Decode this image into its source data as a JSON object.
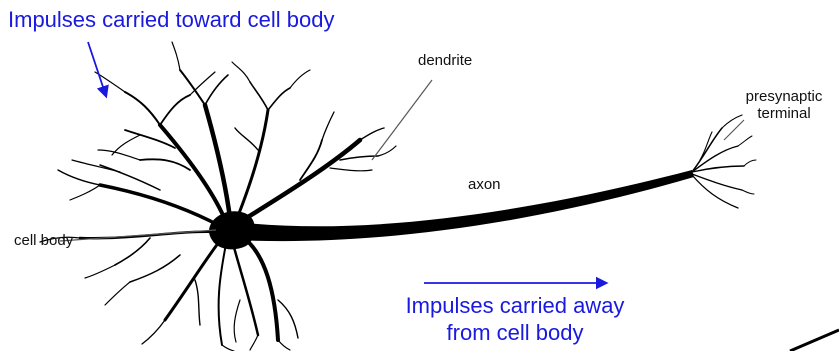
{
  "labels": {
    "impulses_toward": "Impulses carried toward cell body",
    "dendrite": "dendrite",
    "presynaptic_line1": "presynaptic",
    "presynaptic_line2": "terminal",
    "axon": "axon",
    "cell_body": "cell body",
    "impulses_away_line1": "Impulses carried away",
    "impulses_away_line2": "from cell body"
  },
  "colors": {
    "arrow_text": "#1a1adf",
    "neuron": "#000000",
    "leader_line": "#555555"
  }
}
